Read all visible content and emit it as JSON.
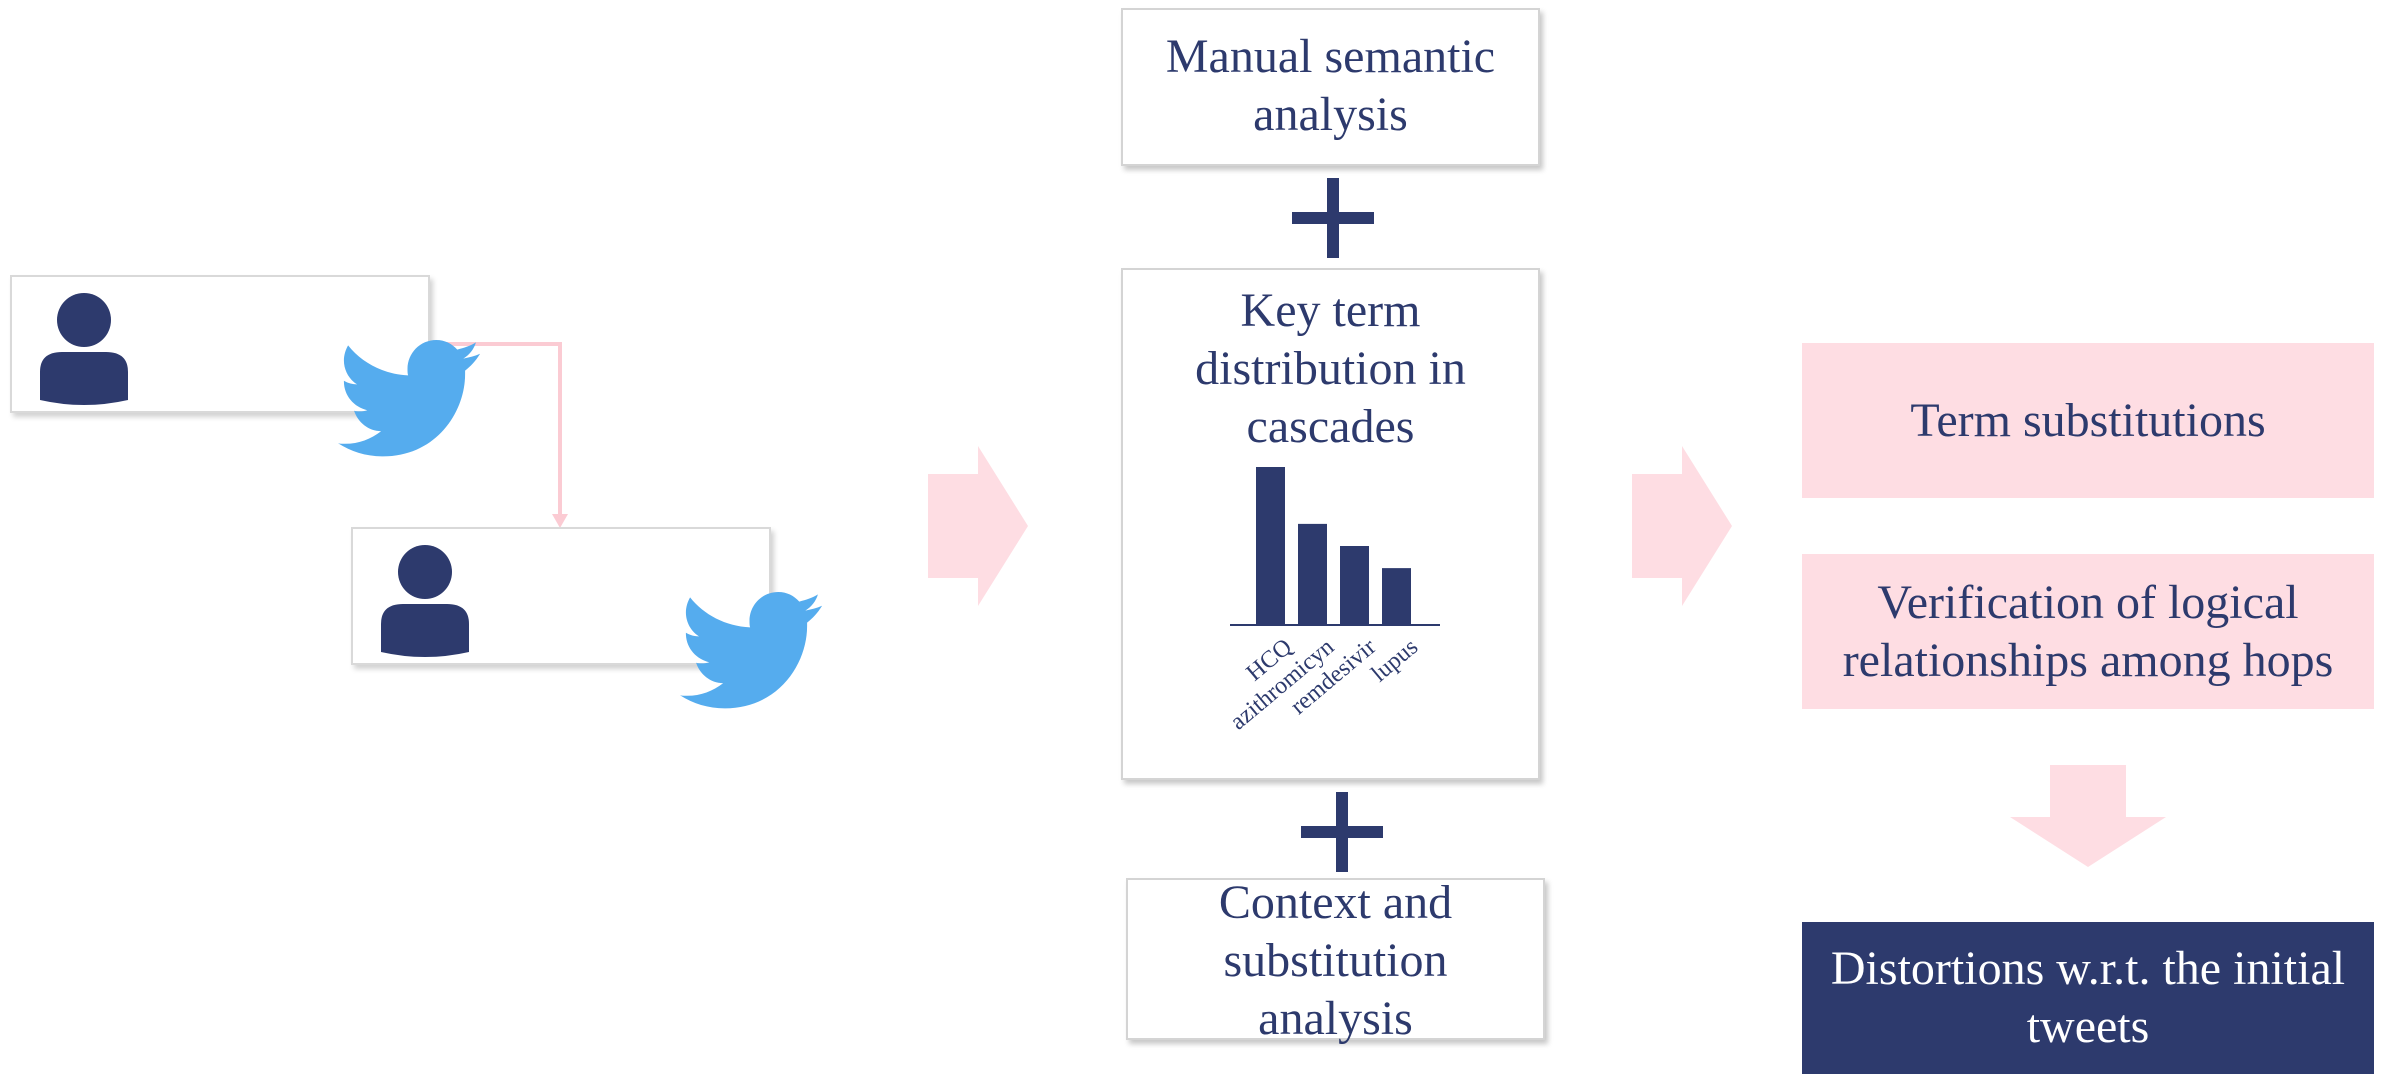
{
  "colors": {
    "navy": "#2d3a6d",
    "pink": "#fedde3",
    "twitter_blue": "#55acee",
    "connector_pink": "#fbcbd3"
  },
  "tweets": [
    {
      "avatar_icon": "user-icon",
      "brand_icon": "twitter-bird-icon"
    },
    {
      "avatar_icon": "user-icon",
      "brand_icon": "twitter-bird-icon"
    }
  ],
  "analysis": {
    "manual": "Manual semantic analysis",
    "key_term": "Key term distribution in cascades",
    "context": "Context and substitution analysis"
  },
  "chart_data": {
    "type": "bar",
    "categories": [
      "HCQ",
      "azithromicyn",
      "remdesivir",
      "lupus"
    ],
    "values": [
      100,
      64,
      50,
      36
    ],
    "title": "",
    "xlabel": "",
    "ylabel": ""
  },
  "outputs": {
    "term_substitutions": "Term substitutions",
    "verification": "Verification of logical relationships among hops",
    "distortions": "Distortions w.r.t. the initial tweets"
  }
}
